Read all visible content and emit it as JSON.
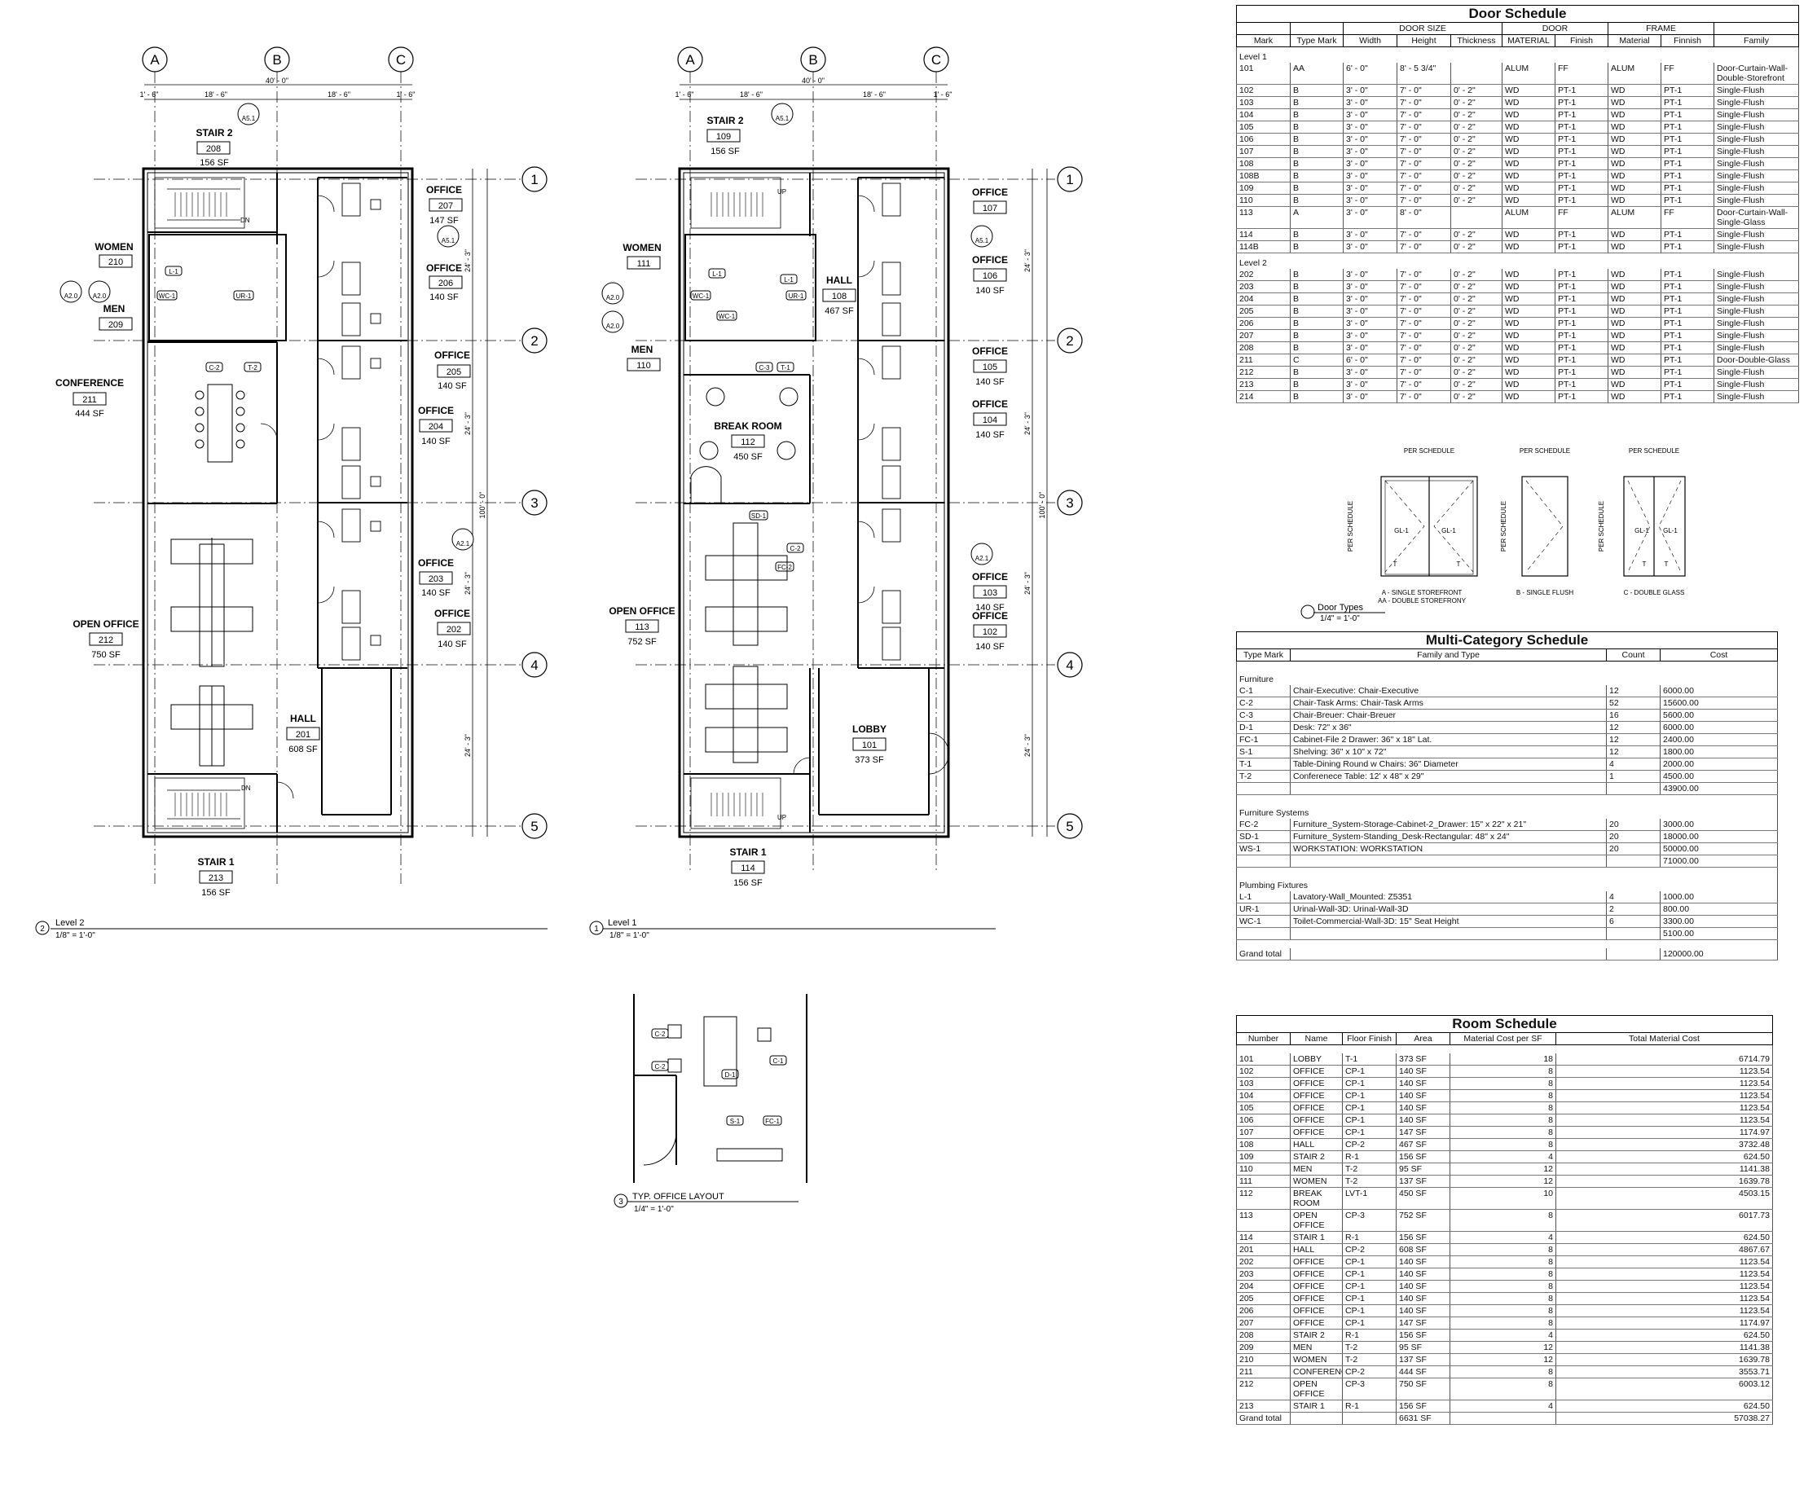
{
  "views": {
    "level2": {
      "title": "Level 2",
      "num": "2",
      "scale": "1/8\" = 1'-0\""
    },
    "level1": {
      "title": "Level 1",
      "num": "1",
      "scale": "1/8\" = 1'-0\""
    },
    "office": {
      "title": "TYP. OFFICE LAYOUT",
      "num": "3",
      "scale": "1/4\" = 1'-0\""
    },
    "door_types": {
      "title": "Door Types",
      "scale": "1/4\" = 1'-0\""
    }
  },
  "grid": {
    "cols": [
      "A",
      "B",
      "C"
    ],
    "rows": [
      "1",
      "2",
      "3",
      "4",
      "5"
    ]
  },
  "dims": {
    "total_w": "40' - 0\"",
    "bay": "18' - 6\"",
    "edge": "1' - 6\"",
    "bay_v": "24' - 3\"",
    "total_h": "100' - 0\"",
    "half": "1' - 6\""
  },
  "level2_rooms": [
    {
      "name": "STAIR 2",
      "num": "208",
      "area": "156 SF"
    },
    {
      "name": "OFFICE",
      "num": "207",
      "area": "147 SF"
    },
    {
      "name": "WOMEN",
      "num": "210",
      "area": ""
    },
    {
      "name": "MEN",
      "num": "209",
      "area": ""
    },
    {
      "name": "OFFICE",
      "num": "206",
      "area": "140 SF"
    },
    {
      "name": "OFFICE",
      "num": "205",
      "area": "140 SF"
    },
    {
      "name": "CONFERENCE",
      "num": "211",
      "area": "444 SF"
    },
    {
      "name": "OFFICE",
      "num": "204",
      "area": "140 SF"
    },
    {
      "name": "OFFICE",
      "num": "203",
      "area": "140 SF"
    },
    {
      "name": "OFFICE",
      "num": "202",
      "area": "140 SF"
    },
    {
      "name": "OPEN OFFICE",
      "num": "212",
      "area": "750 SF"
    },
    {
      "name": "HALL",
      "num": "201",
      "area": "608 SF"
    },
    {
      "name": "STAIR 1",
      "num": "213",
      "area": "156 SF"
    }
  ],
  "level1_rooms": [
    {
      "name": "STAIR 2",
      "num": "109",
      "area": "156 SF"
    },
    {
      "name": "OFFICE",
      "num": "107",
      "area": ""
    },
    {
      "name": "WOMEN",
      "num": "111",
      "area": ""
    },
    {
      "name": "HALL",
      "num": "108",
      "area": "467 SF"
    },
    {
      "name": "OFFICE",
      "num": "106",
      "area": "140 SF"
    },
    {
      "name": "MEN",
      "num": "110",
      "area": ""
    },
    {
      "name": "OFFICE",
      "num": "105",
      "area": "140 SF"
    },
    {
      "name": "BREAK ROOM",
      "num": "112",
      "area": "450 SF"
    },
    {
      "name": "OFFICE",
      "num": "104",
      "area": "140 SF"
    },
    {
      "name": "OFFICE",
      "num": "103",
      "area": "140 SF"
    },
    {
      "name": "OFFICE",
      "num": "102",
      "area": "140 SF"
    },
    {
      "name": "OPEN OFFICE",
      "num": "113",
      "area": "752 SF"
    },
    {
      "name": "LOBBY",
      "num": "101",
      "area": "373 SF"
    },
    {
      "name": "STAIR 1",
      "num": "114",
      "area": "156 SF"
    }
  ],
  "tags": {
    "t1": "L-1",
    "t2": "UR-1",
    "t3": "WC-1",
    "t4": "C-2",
    "t5": "T-2",
    "t6": "C-3",
    "t7": "T-1",
    "t8": "D-1",
    "t9": "C-1",
    "t10": "S-1",
    "t11": "FC-1",
    "t12": "SD-1",
    "t13": "FC-2",
    "dn": "DN",
    "up": "UP",
    "a51": "A5.1",
    "a20": "A2.0",
    "a21": "A2.1",
    "a": "A"
  },
  "door_type_labels": {
    "per": "PER SCHEDULE",
    "gl": "GL-1",
    "t": "T",
    "a1": "A - SINGLE STOREFRONT",
    "a2": "AA - DOUBLE STOREFRONY",
    "b": "B - SINGLE FLUSH",
    "c": "C - DOUBLE GLASS"
  },
  "door_schedule": {
    "title": "Door Schedule",
    "groups": [
      "DOOR SIZE",
      "DOOR",
      "FRAME"
    ],
    "headers": [
      "Mark",
      "Type Mark",
      "Width",
      "Height",
      "Thickness",
      "MATERIAL",
      "Finish",
      "Material",
      "Finnish",
      "Family"
    ],
    "sections": [
      {
        "label": "Level 1",
        "rows": [
          [
            "101",
            "AA",
            "6' - 0\"",
            "8' - 5 3/4\"",
            "",
            "ALUM",
            "FF",
            "ALUM",
            "FF",
            "Door-Curtain-Wall-Double-Storefront"
          ],
          [
            "102",
            "B",
            "3' - 0\"",
            "7' - 0\"",
            "0' - 2\"",
            "WD",
            "PT-1",
            "WD",
            "PT-1",
            "Single-Flush"
          ],
          [
            "103",
            "B",
            "3' - 0\"",
            "7' - 0\"",
            "0' - 2\"",
            "WD",
            "PT-1",
            "WD",
            "PT-1",
            "Single-Flush"
          ],
          [
            "104",
            "B",
            "3' - 0\"",
            "7' - 0\"",
            "0' - 2\"",
            "WD",
            "PT-1",
            "WD",
            "PT-1",
            "Single-Flush"
          ],
          [
            "105",
            "B",
            "3' - 0\"",
            "7' - 0\"",
            "0' - 2\"",
            "WD",
            "PT-1",
            "WD",
            "PT-1",
            "Single-Flush"
          ],
          [
            "106",
            "B",
            "3' - 0\"",
            "7' - 0\"",
            "0' - 2\"",
            "WD",
            "PT-1",
            "WD",
            "PT-1",
            "Single-Flush"
          ],
          [
            "107",
            "B",
            "3' - 0\"",
            "7' - 0\"",
            "0' - 2\"",
            "WD",
            "PT-1",
            "WD",
            "PT-1",
            "Single-Flush"
          ],
          [
            "108",
            "B",
            "3' - 0\"",
            "7' - 0\"",
            "0' - 2\"",
            "WD",
            "PT-1",
            "WD",
            "PT-1",
            "Single-Flush"
          ],
          [
            "108B",
            "B",
            "3' - 0\"",
            "7' - 0\"",
            "0' - 2\"",
            "WD",
            "PT-1",
            "WD",
            "PT-1",
            "Single-Flush"
          ],
          [
            "109",
            "B",
            "3' - 0\"",
            "7' - 0\"",
            "0' - 2\"",
            "WD",
            "PT-1",
            "WD",
            "PT-1",
            "Single-Flush"
          ],
          [
            "110",
            "B",
            "3' - 0\"",
            "7' - 0\"",
            "0' - 2\"",
            "WD",
            "PT-1",
            "WD",
            "PT-1",
            "Single-Flush"
          ],
          [
            "113",
            "A",
            "3' - 0\"",
            "8' - 0\"",
            "",
            "ALUM",
            "FF",
            "ALUM",
            "FF",
            "Door-Curtain-Wall-Single-Glass"
          ],
          [
            "114",
            "B",
            "3' - 0\"",
            "7' - 0\"",
            "0' - 2\"",
            "WD",
            "PT-1",
            "WD",
            "PT-1",
            "Single-Flush"
          ],
          [
            "114B",
            "B",
            "3' - 0\"",
            "7' - 0\"",
            "0' - 2\"",
            "WD",
            "PT-1",
            "WD",
            "PT-1",
            "Single-Flush"
          ]
        ]
      },
      {
        "label": "Level 2",
        "rows": [
          [
            "202",
            "B",
            "3' - 0\"",
            "7' - 0\"",
            "0' - 2\"",
            "WD",
            "PT-1",
            "WD",
            "PT-1",
            "Single-Flush"
          ],
          [
            "203",
            "B",
            "3' - 0\"",
            "7' - 0\"",
            "0' - 2\"",
            "WD",
            "PT-1",
            "WD",
            "PT-1",
            "Single-Flush"
          ],
          [
            "204",
            "B",
            "3' - 0\"",
            "7' - 0\"",
            "0' - 2\"",
            "WD",
            "PT-1",
            "WD",
            "PT-1",
            "Single-Flush"
          ],
          [
            "205",
            "B",
            "3' - 0\"",
            "7' - 0\"",
            "0' - 2\"",
            "WD",
            "PT-1",
            "WD",
            "PT-1",
            "Single-Flush"
          ],
          [
            "206",
            "B",
            "3' - 0\"",
            "7' - 0\"",
            "0' - 2\"",
            "WD",
            "PT-1",
            "WD",
            "PT-1",
            "Single-Flush"
          ],
          [
            "207",
            "B",
            "3' - 0\"",
            "7' - 0\"",
            "0' - 2\"",
            "WD",
            "PT-1",
            "WD",
            "PT-1",
            "Single-Flush"
          ],
          [
            "208",
            "B",
            "3' - 0\"",
            "7' - 0\"",
            "0' - 2\"",
            "WD",
            "PT-1",
            "WD",
            "PT-1",
            "Single-Flush"
          ],
          [
            "211",
            "C",
            "6' - 0\"",
            "7' - 0\"",
            "0' - 2\"",
            "WD",
            "PT-1",
            "WD",
            "PT-1",
            "Door-Double-Glass"
          ],
          [
            "212",
            "B",
            "3' - 0\"",
            "7' - 0\"",
            "0' - 2\"",
            "WD",
            "PT-1",
            "WD",
            "PT-1",
            "Single-Flush"
          ],
          [
            "213",
            "B",
            "3' - 0\"",
            "7' - 0\"",
            "0' - 2\"",
            "WD",
            "PT-1",
            "WD",
            "PT-1",
            "Single-Flush"
          ],
          [
            "214",
            "B",
            "3' - 0\"",
            "7' - 0\"",
            "0' - 2\"",
            "WD",
            "PT-1",
            "WD",
            "PT-1",
            "Single-Flush"
          ]
        ]
      }
    ]
  },
  "multi_schedule": {
    "title": "Multi-Category Schedule",
    "headers": [
      "Type Mark",
      "Family and Type",
      "Count",
      "Cost"
    ],
    "sections": [
      {
        "label": "Furniture",
        "rows": [
          [
            "C-1",
            "Chair-Executive: Chair-Executive",
            "12",
            "6000.00"
          ],
          [
            "C-2",
            "Chair-Task Arms: Chair-Task Arms",
            "52",
            "15600.00"
          ],
          [
            "C-3",
            "Chair-Breuer: Chair-Breuer",
            "16",
            "5600.00"
          ],
          [
            "D-1",
            "Desk: 72\" x 36\"",
            "12",
            "6000.00"
          ],
          [
            "FC-1",
            "Cabinet-File 2 Drawer: 36\" x 18\" Lat.",
            "12",
            "2400.00"
          ],
          [
            "S-1",
            "Shelving: 36\" x 10\" x 72\"",
            "12",
            "1800.00"
          ],
          [
            "T-1",
            "Table-Dining Round w Chairs: 36\" Diameter",
            "4",
            "2000.00"
          ],
          [
            "T-2",
            "Conferenece Table: 12' x 48\" x 29\"",
            "1",
            "4500.00"
          ]
        ],
        "total": "43900.00"
      },
      {
        "label": "Furniture Systems",
        "rows": [
          [
            "FC-2",
            "Furniture_System-Storage-Cabinet-2_Drawer: 15\" x 22\" x 21\"",
            "20",
            "3000.00"
          ],
          [
            "SD-1",
            "Furniture_System-Standing_Desk-Rectangular: 48\" x 24\"",
            "20",
            "18000.00"
          ],
          [
            "WS-1",
            "WORKSTATION: WORKSTATION",
            "20",
            "50000.00"
          ]
        ],
        "total": "71000.00"
      },
      {
        "label": "Plumbing Fixtures",
        "rows": [
          [
            "L-1",
            "Lavatory-Wall_Mounted: Z5351",
            "4",
            "1000.00"
          ],
          [
            "UR-1",
            "Urinal-Wall-3D: Urinal-Wall-3D",
            "2",
            "800.00"
          ],
          [
            "WC-1",
            "Toilet-Commercial-Wall-3D: 15\" Seat Height",
            "6",
            "3300.00"
          ]
        ],
        "total": "5100.00"
      }
    ],
    "grand_label": "Grand total",
    "grand_total": "120000.00"
  },
  "room_schedule": {
    "title": "Room Schedule",
    "headers": [
      "Number",
      "Name",
      "Floor Finish",
      "Area",
      "Material Cost per SF",
      "Total Material Cost"
    ],
    "rows": [
      [
        "101",
        "LOBBY",
        "T-1",
        "373 SF",
        "18",
        "6714.79"
      ],
      [
        "102",
        "OFFICE",
        "CP-1",
        "140 SF",
        "8",
        "1123.54"
      ],
      [
        "103",
        "OFFICE",
        "CP-1",
        "140 SF",
        "8",
        "1123.54"
      ],
      [
        "104",
        "OFFICE",
        "CP-1",
        "140 SF",
        "8",
        "1123.54"
      ],
      [
        "105",
        "OFFICE",
        "CP-1",
        "140 SF",
        "8",
        "1123.54"
      ],
      [
        "106",
        "OFFICE",
        "CP-1",
        "140 SF",
        "8",
        "1123.54"
      ],
      [
        "107",
        "OFFICE",
        "CP-1",
        "147 SF",
        "8",
        "1174.97"
      ],
      [
        "108",
        "HALL",
        "CP-2",
        "467 SF",
        "8",
        "3732.48"
      ],
      [
        "109",
        "STAIR 2",
        "R-1",
        "156 SF",
        "4",
        "624.50"
      ],
      [
        "110",
        "MEN",
        "T-2",
        "95 SF",
        "12",
        "1141.38"
      ],
      [
        "111",
        "WOMEN",
        "T-2",
        "137 SF",
        "12",
        "1639.78"
      ],
      [
        "112",
        "BREAK ROOM",
        "LVT-1",
        "450 SF",
        "10",
        "4503.15"
      ],
      [
        "113",
        "OPEN OFFICE",
        "CP-3",
        "752 SF",
        "8",
        "6017.73"
      ],
      [
        "114",
        "STAIR 1",
        "R-1",
        "156 SF",
        "4",
        "624.50"
      ],
      [
        "201",
        "HALL",
        "CP-2",
        "608 SF",
        "8",
        "4867.67"
      ],
      [
        "202",
        "OFFICE",
        "CP-1",
        "140 SF",
        "8",
        "1123.54"
      ],
      [
        "203",
        "OFFICE",
        "CP-1",
        "140 SF",
        "8",
        "1123.54"
      ],
      [
        "204",
        "OFFICE",
        "CP-1",
        "140 SF",
        "8",
        "1123.54"
      ],
      [
        "205",
        "OFFICE",
        "CP-1",
        "140 SF",
        "8",
        "1123.54"
      ],
      [
        "206",
        "OFFICE",
        "CP-1",
        "140 SF",
        "8",
        "1123.54"
      ],
      [
        "207",
        "OFFICE",
        "CP-1",
        "147 SF",
        "8",
        "1174.97"
      ],
      [
        "208",
        "STAIR 2",
        "R-1",
        "156 SF",
        "4",
        "624.50"
      ],
      [
        "209",
        "MEN",
        "T-2",
        "95 SF",
        "12",
        "1141.38"
      ],
      [
        "210",
        "WOMEN",
        "T-2",
        "137 SF",
        "12",
        "1639.78"
      ],
      [
        "211",
        "CONFERENCE",
        "CP-2",
        "444 SF",
        "8",
        "3553.71"
      ],
      [
        "212",
        "OPEN OFFICE",
        "CP-3",
        "750 SF",
        "8",
        "6003.12"
      ],
      [
        "213",
        "STAIR 1",
        "R-1",
        "156 SF",
        "4",
        "624.50"
      ]
    ],
    "grand_label": "Grand total",
    "grand_area": "6631 SF",
    "grand_total": "57038.27"
  }
}
